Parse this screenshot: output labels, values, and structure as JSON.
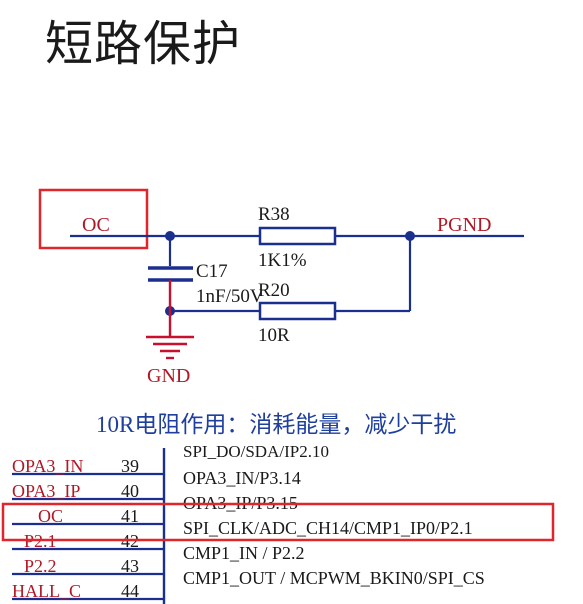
{
  "title": "短路保护",
  "schematic": {
    "oc_net": "OC",
    "pgnd_net": "PGND",
    "gnd_net": "GND",
    "r38": {
      "ref": "R38",
      "value": "1K1%"
    },
    "r20": {
      "ref": "R20",
      "value": "10R"
    },
    "c17": {
      "ref": "C17",
      "value": "1nF/50V"
    }
  },
  "note": "10R电阻作用：消耗能量，减少干扰",
  "pin_table": {
    "rows": [
      {
        "net": "OPA3_IN",
        "pin": "39",
        "func": "OPA3_IN/P3.14"
      },
      {
        "net": "OPA3_IP",
        "pin": "40",
        "func": "OPA3_IP/P3.15"
      },
      {
        "net": "OC",
        "pin": "41",
        "func": "SPI_CLK/ADC_CH14/CMP1_IP0/P2.1"
      },
      {
        "net": "P2.1",
        "pin": "42",
        "func": "CMP1_IN / P2.2"
      },
      {
        "net": "P2.2",
        "pin": "43",
        "func": "CMP1_OUT / MCPWM_BKIN0/SPI_CS"
      },
      {
        "net": "HALL_C",
        "pin": "44",
        "func": ""
      }
    ],
    "partial_top_func": "SPI_DO/SDA/IP2.10"
  },
  "colors": {
    "wire": "#1b2f8f",
    "net_label": "#b01825",
    "resistor": "#1b2f8f",
    "highlight_box": "#e0262c",
    "note_text": "#1f3f9f",
    "gnd_symbol": "#c8102e"
  }
}
